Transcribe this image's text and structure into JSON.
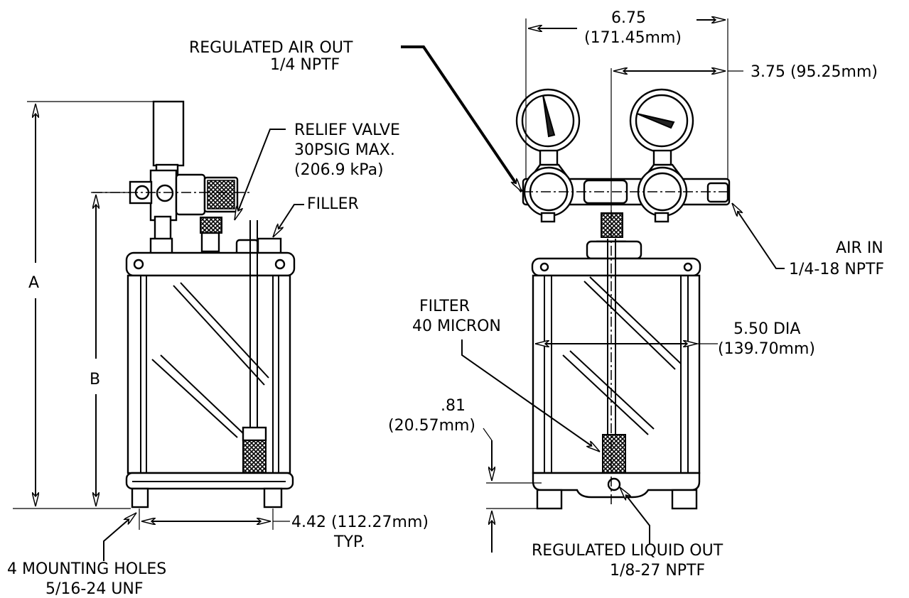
{
  "labels": {
    "regulated_air_out": "REGULATED AIR OUT",
    "regulated_air_out_thread": "1/4 NPTF",
    "relief_valve": "RELIEF VALVE",
    "relief_valve_max": "30PSIG MAX.",
    "relief_valve_kpa": "(206.9 kPa)",
    "filler": "FILLER",
    "dim_a": "A",
    "dim_b": "B",
    "dim_width": "6.75",
    "dim_width_mm": "(171.45mm)",
    "dim_offset": "3.75 (95.25mm)",
    "air_in": "AIR IN",
    "air_in_thread": "1/4-18 NPTF",
    "filter": "FILTER",
    "filter_micron": "40 MICRON",
    "dim_dia": "5.50 DIA",
    "dim_dia_mm": "(139.70mm)",
    "dim_small": ".81",
    "dim_small_mm": "(20.57mm)",
    "dim_holes": "4.42 (112.27mm)",
    "dim_holes_typ": "TYP.",
    "mounting_holes": "4 MOUNTING HOLES",
    "mounting_thread": "5/16-24 UNF",
    "liquid_out": "REGULATED LIQUID OUT",
    "liquid_out_thread": "1/8-27 NPTF"
  }
}
